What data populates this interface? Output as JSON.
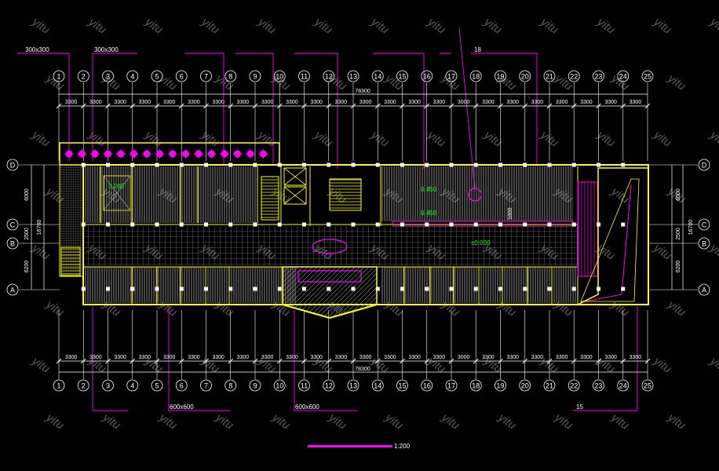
{
  "colors": {
    "background": "#000000",
    "wall": "#ffff00",
    "dimension": "#ffffff",
    "leader": "#ff00ff",
    "axis_bubble": "#ffffff",
    "hatch": "#c0c0c0",
    "elevation_text": "#00ff00",
    "watermark": "#5a5a5a"
  },
  "grid_numbers": [
    "1",
    "2",
    "3",
    "4",
    "5",
    "6",
    "7",
    "8",
    "9",
    "10",
    "11",
    "12",
    "13",
    "14",
    "15",
    "16",
    "17",
    "18",
    "19",
    "20",
    "21",
    "22",
    "23",
    "24",
    "25"
  ],
  "grid_letters": [
    "D",
    "C",
    "B",
    "A"
  ],
  "bay_spacing": [
    "3300",
    "3300",
    "3300",
    "3300",
    "3300",
    "3300",
    "3300",
    "3300",
    "3300",
    "3300",
    "3300",
    "3300",
    "3300",
    "3300",
    "3300",
    "3300",
    "3000",
    "3300",
    "3300",
    "3300",
    "3300",
    "3300",
    "3300",
    "3300"
  ],
  "total_length": "78300",
  "row_spacing": [
    "6000",
    "2500",
    "6200"
  ],
  "total_depth": "16700",
  "annotations": {
    "top_left_1": "300x300",
    "top_left_2": "300x300",
    "top_right": "18",
    "bottom_left": "600x600",
    "bottom_mid": "600x600",
    "bottom_right": "15",
    "elev_1": "0.200",
    "elev_2": "0.450",
    "elev_3": "0.450",
    "elev_4": "±0.000",
    "mark_1": "1800"
  },
  "scale": "1:200",
  "watermark": "yitu"
}
